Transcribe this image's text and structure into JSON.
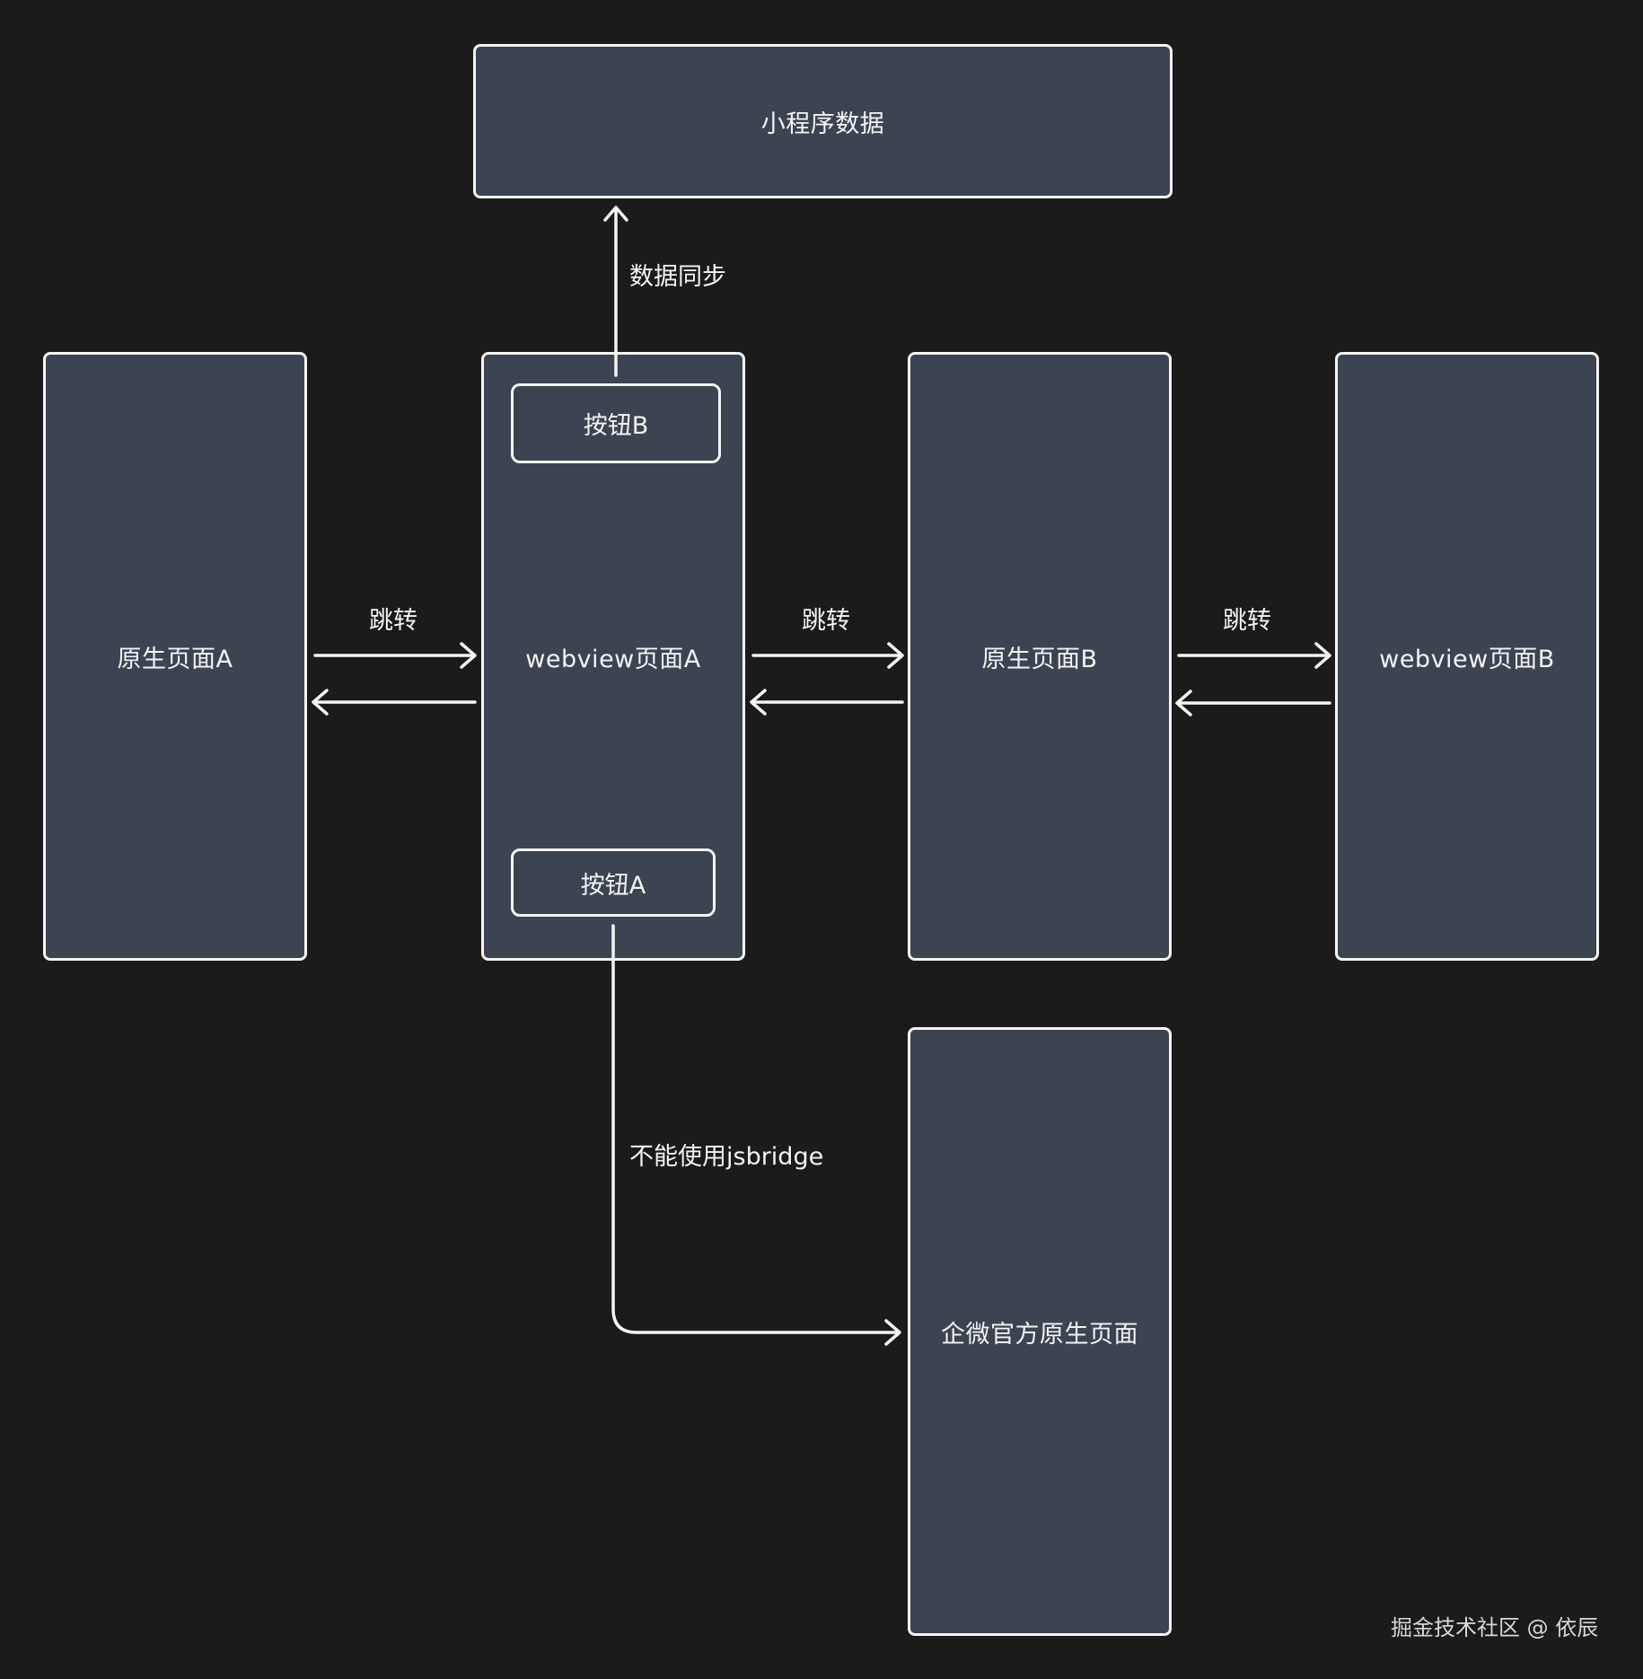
{
  "nodes": {
    "mini_program_data": "小程序数据",
    "native_page_a": "原生页面A",
    "webview_page_a": "webview页面A",
    "native_page_b": "原生页面B",
    "webview_page_b": "webview页面B",
    "wecom_native_page": "企微官方原生页面"
  },
  "buttons": {
    "button_b": "按钮B",
    "button_a": "按钮A"
  },
  "edges": {
    "data_sync": "数据同步",
    "jump_1": "跳转",
    "jump_2": "跳转",
    "jump_3": "跳转",
    "no_jsbridge": "不能使用jsbridge"
  },
  "watermark": "掘金技术社区 @ 依辰",
  "colors": {
    "background": "#1b1b1b",
    "node_fill": "#3c4452",
    "stroke": "#f4f4f4"
  }
}
